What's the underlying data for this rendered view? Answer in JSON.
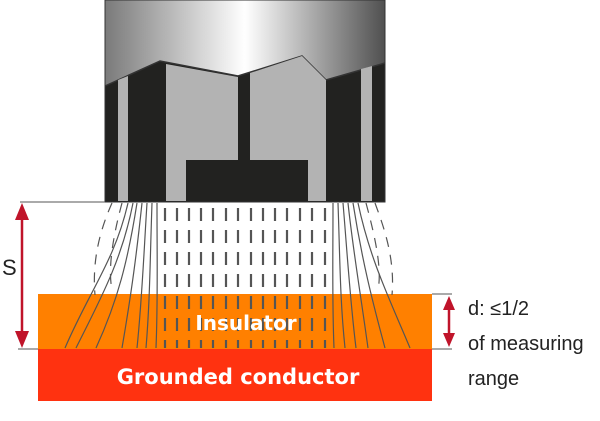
{
  "title": "Capacitive sensor measuring insulator on grounded conductor",
  "labels": {
    "gap": "S",
    "insulator": "Insulator",
    "conductor": "Grounded conductor",
    "thickness_line1": "d: ≤1/2",
    "thickness_line2": "of measuring",
    "thickness_line3": "range"
  },
  "colors": {
    "insulator": "#ff8000",
    "conductor": "#ff3210",
    "probe_dark": "#222220",
    "probe_light": "#b3b3b3",
    "arrow": "#c0142a",
    "field_line": "#555555",
    "label_on_fill": "#ffffff",
    "text": "#222222"
  },
  "icons": {
    "gap_arrow": "double-arrow-vertical",
    "thickness_arrow": "double-arrow-vertical"
  }
}
